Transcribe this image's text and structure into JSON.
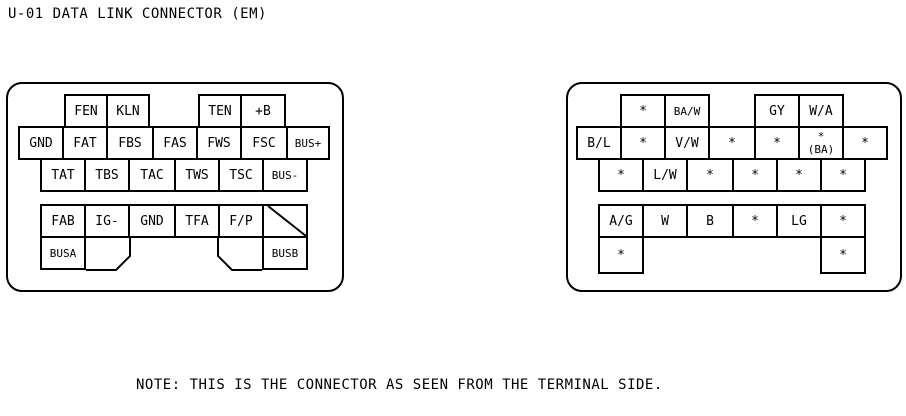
{
  "title": "U-01 DATA LINK CONNECTOR (EM)",
  "note": "NOTE: THIS IS THE CONNECTOR AS SEEN FROM THE TERMINAL SIDE.",
  "left_connector": {
    "row1": [
      "FEN",
      "KLN",
      "TEN",
      "+B"
    ],
    "row2": [
      "GND",
      "FAT",
      "FBS",
      "FAS",
      "FWS",
      "FSC",
      "BUS+"
    ],
    "row3": [
      "TAT",
      "TBS",
      "TAC",
      "TWS",
      "TSC",
      "BUS-"
    ],
    "row4": [
      "FAB",
      "IG-",
      "GND",
      "TFA",
      "F/P"
    ],
    "row5": [
      "BUSA",
      "BUSB"
    ]
  },
  "right_connector": {
    "row1": [
      "*",
      "BA/W",
      "GY",
      "W/A"
    ],
    "row2": [
      "B/L",
      "*",
      "V/W",
      "*",
      "*",
      "*\n(BA)",
      "*"
    ],
    "row3": [
      "*",
      "L/W",
      "*",
      "*",
      "*",
      "*"
    ],
    "row4": [
      "A/G",
      "W",
      "B",
      "*",
      "LG",
      "*"
    ],
    "row5": [
      "*",
      "*"
    ]
  }
}
